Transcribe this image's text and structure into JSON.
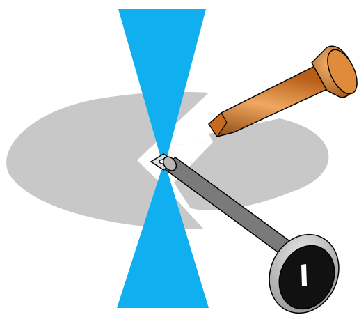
{
  "colors": {
    "background": "#ffffff",
    "beam": "#10b0f0",
    "disc": "#c8c8c8",
    "rod_light": "#e4e4e4",
    "rod_mid": "#b0b0b0",
    "rod_dark": "#7a7a7a",
    "knob_face": "#111111",
    "knob_ring": "#a8a8a8",
    "nozzle_light": "#f0a860",
    "nozzle_mid": "#d67a28",
    "nozzle_dark": "#8a4610",
    "outline": "#000000"
  },
  "components": [
    {
      "id": "beam-upper",
      "label": "",
      "shape": "cone",
      "icon": "beam-cone"
    },
    {
      "id": "beam-lower",
      "label": "",
      "shape": "cone",
      "icon": "beam-cone"
    },
    {
      "id": "sample-disc",
      "label": "",
      "shape": "disc-with-notch",
      "icon": "disc"
    },
    {
      "id": "sample-rod",
      "label": "",
      "shape": "rod-with-knob",
      "icon": "sample-holder"
    },
    {
      "id": "nozzle",
      "label": "",
      "shape": "tapered-cylinder",
      "icon": "nozzle"
    }
  ]
}
